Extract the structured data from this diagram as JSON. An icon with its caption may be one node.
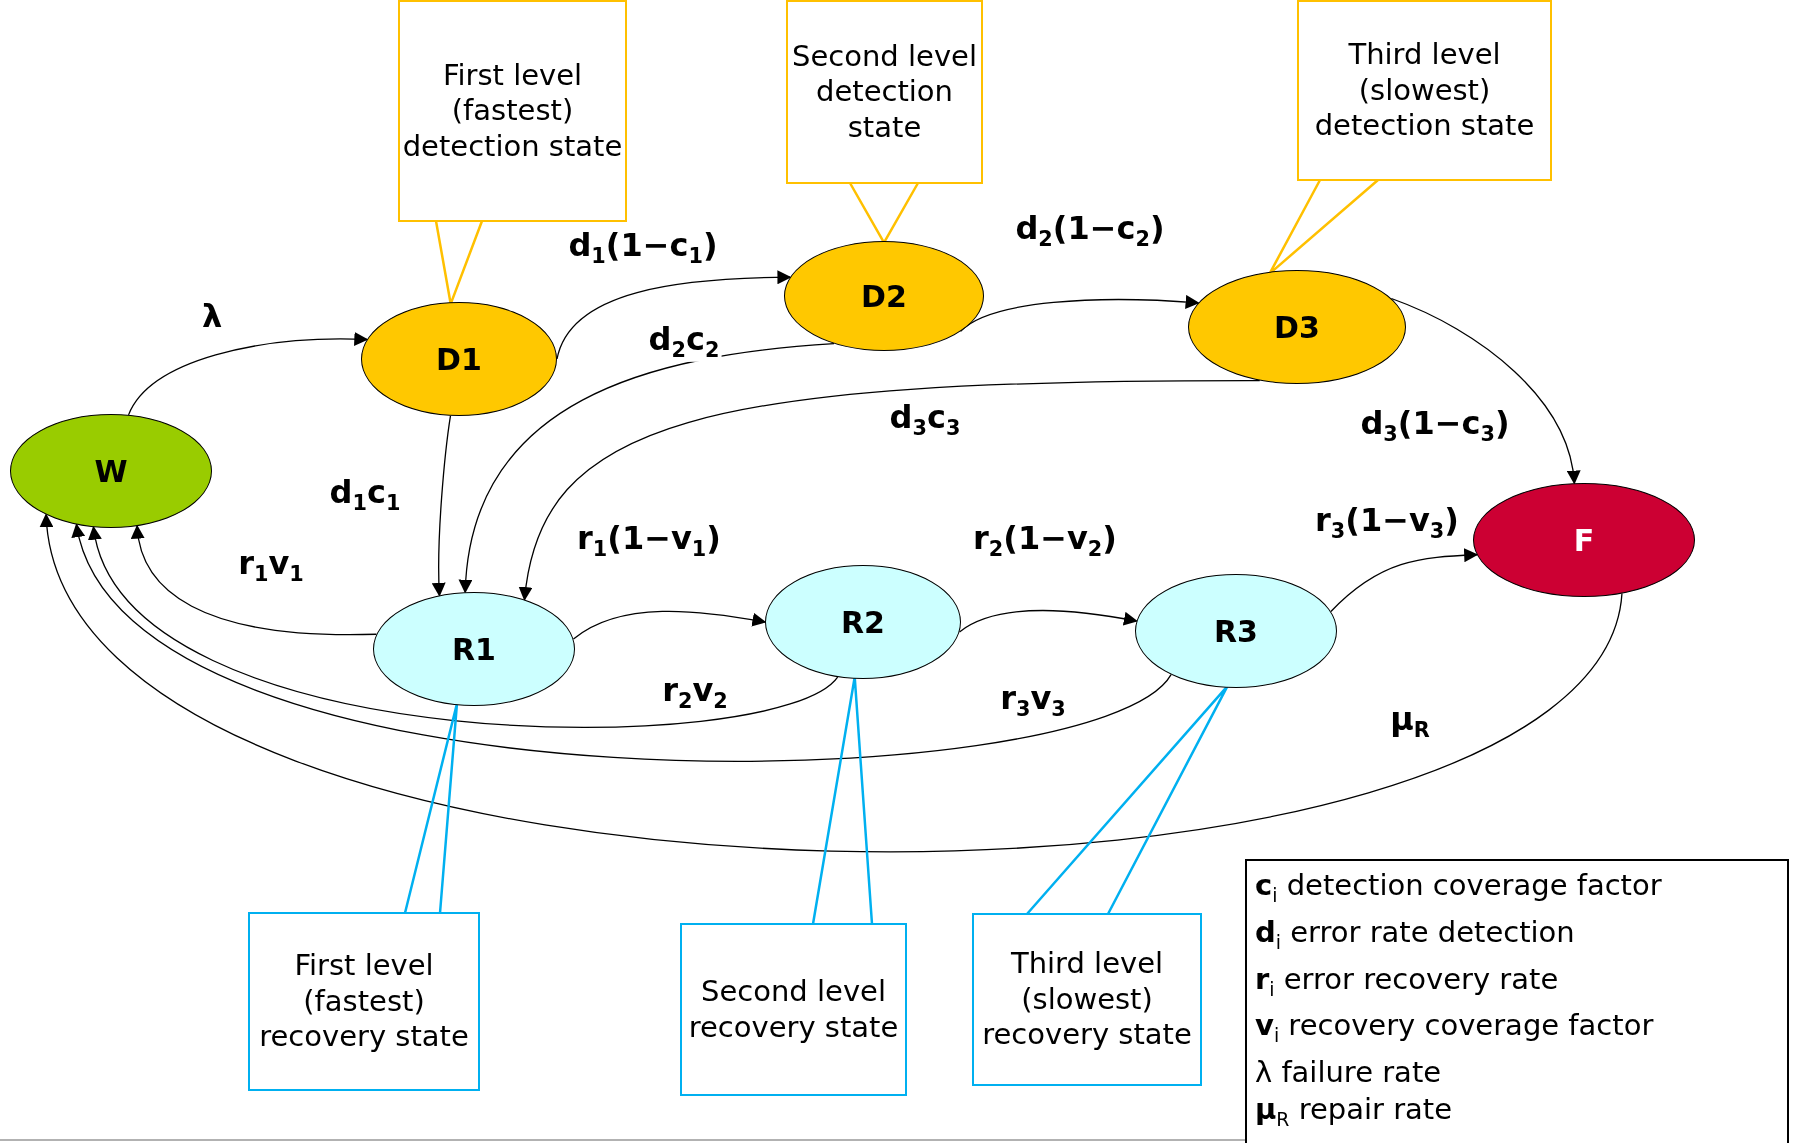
{
  "diagram": {
    "nodes": [
      {
        "text": [
          "First level (fastest) detection state"
        ]
      },
      {
        "text": [
          "Second level detection state"
        ]
      },
      {
        "text": [
          "Third level (slowest) detection state"
        ]
      },
      {
        "text": [
          "D1"
        ]
      },
      {
        "text": [
          "D2"
        ]
      },
      {
        "text": [
          "D3"
        ]
      },
      {
        "text": [
          "W"
        ]
      },
      {
        "text": [
          "F"
        ]
      },
      {
        "text": [
          "R1"
        ]
      },
      {
        "text": [
          "R2"
        ]
      },
      {
        "text": [
          "R3"
        ]
      },
      {
        "text": [
          "First level (fastest) recovery state"
        ]
      },
      {
        "text": [
          "Second level recovery state"
        ]
      },
      {
        "text": [
          "Third level (slowest) recovery state"
        ]
      }
    ],
    "edges": [
      {
        "from": 6,
        "to": 3,
        "arrow": "to",
        "label": "λ"
      },
      {
        "from": 3,
        "to": 4,
        "arrow": "to",
        "label": "d$_{1}$(1−c$_{1}$)"
      },
      {
        "from": 4,
        "to": 5,
        "arrow": "to",
        "label": "d$_{2}$(1−c$_{2}$)"
      },
      {
        "from": 5,
        "to": 7,
        "arrow": "to",
        "label": "d$_{3}$(1−c$_{3}$)"
      },
      {
        "from": 3,
        "to": 8,
        "arrow": "to",
        "label": "d$_{1}$c$_{1}$"
      },
      {
        "from": 4,
        "to": 8,
        "arrow": "to",
        "label": "d$_{2}$c$_{2}$"
      },
      {
        "from": 5,
        "to": 8,
        "arrow": "to",
        "label": "d$_{3}$c$_{3}$"
      },
      {
        "from": 8,
        "to": 6,
        "arrow": "to",
        "label": "r$_{1}$v$_{1}$"
      },
      {
        "from": 8,
        "to": 9,
        "arrow": "to",
        "label": "r$_{1}$(1−v$_{1}$)"
      },
      {
        "from": 9,
        "to": 10,
        "arrow": "to",
        "label": "r$_{2}$(1−v$_{2}$)"
      },
      {
        "from": 10,
        "to": 7,
        "arrow": "to",
        "label": "r$_{3}$(1−v$_{3}$)"
      },
      {
        "from": 9,
        "to": 6,
        "arrow": "to",
        "label": "r$_{2}$v$_{2}$"
      },
      {
        "from": 10,
        "to": 6,
        "arrow": "to",
        "label": "r$_{3}$v$_{3}$"
      },
      {
        "from": 7,
        "to": 6,
        "arrow": "to",
        "label": "μ$_{R}$"
      },
      {
        "from": 0,
        "to": 3,
        "arrow": "none",
        "color": "#ffc000"
      },
      {
        "from": 1,
        "to": 4,
        "arrow": "none",
        "color": "#ffc000"
      },
      {
        "from": 2,
        "to": 5,
        "arrow": "none",
        "color": "#ffc000"
      },
      {
        "from": 11,
        "to": 8,
        "arrow": "none",
        "color": "#00b0f0"
      },
      {
        "from": 12,
        "to": 9,
        "arrow": "none",
        "color": "#00b0f0"
      },
      {
        "from": 13,
        "to": 10,
        "arrow": "none",
        "color": "#00b0f0"
      }
    ],
    "labels": [
      "**c**$_{i}$ detection coverage factor",
      "**d**$_{i}$ error rate detection",
      "**r**$_{i}$ error recovery rate",
      "**v**$_{i}$ recovery coverage factor",
      "λ failure rate",
      "**μ**$_{R}$ repair rate"
    ]
  }
}
